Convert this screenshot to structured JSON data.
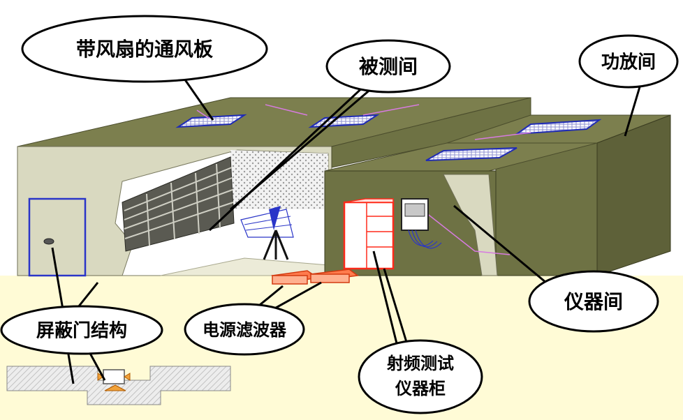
{
  "labels": {
    "vent_panel": "带风扇的通风板",
    "dut_room": "被测间",
    "amp_room": "功放间",
    "instrument_room": "仪器间",
    "shielded_door": "屏蔽门结构",
    "power_filter": "电源滤波器",
    "rf_cabinet_line1": "射频测试",
    "rf_cabinet_line2": "仪器柜"
  },
  "colors": {
    "background_floor": "#fffbd6",
    "wall_olive": "#7c7f4e",
    "wall_olive_dark": "#5e6139",
    "wall_light": "#d9d9c0",
    "vent_outline": "#1f2bb5",
    "cabinet_red": "#ff2a1a",
    "filter_orange": "#ff7b4d",
    "wire_pink": "#d77be0"
  }
}
